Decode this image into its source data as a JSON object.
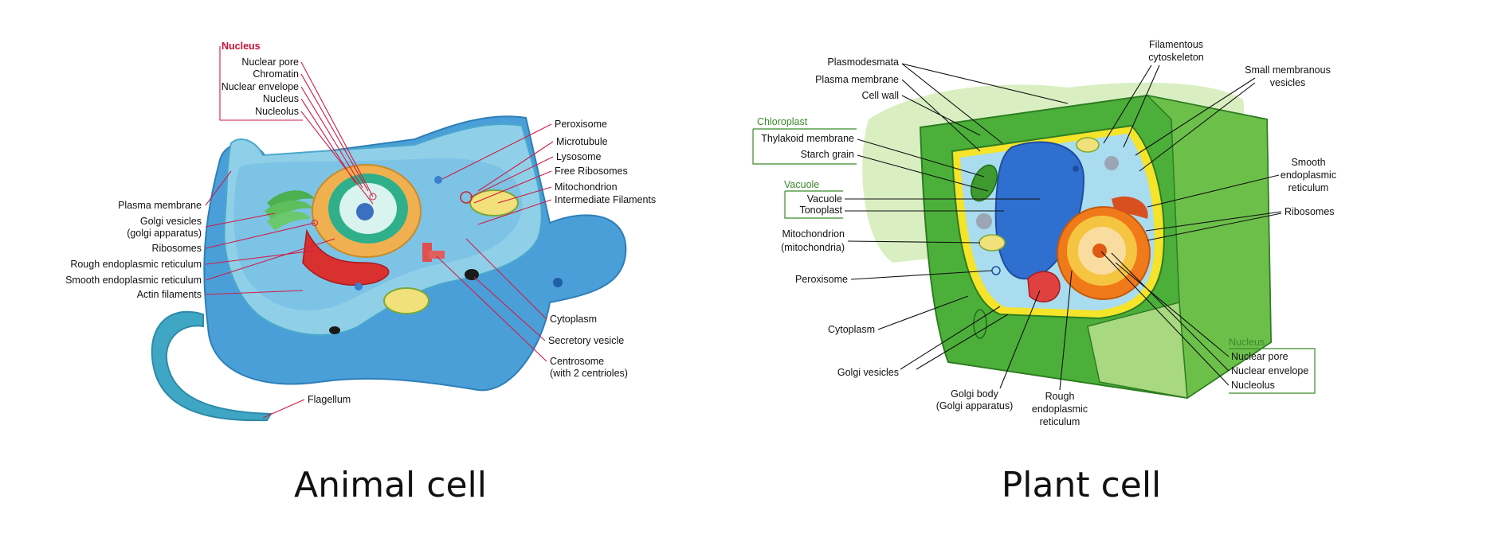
{
  "animal": {
    "title": "Animal cell",
    "nucleus_group": {
      "heading": "Nucleus",
      "items": [
        "Nuclear pore",
        "Chromatin",
        "Nuclear envelope",
        "Nucleus",
        "Nucleolus"
      ]
    },
    "left_labels": [
      "Plasma membrane",
      "Golgi vesicles",
      "(golgi apparatus)",
      "Ribosomes",
      "Rough endoplasmic reticulum",
      "Smooth endoplasmic reticulum",
      "Actin filaments"
    ],
    "right_labels": [
      "Peroxisome",
      "Microtubule",
      "Lysosome",
      "Free Ribosomes",
      "Mitochondrion",
      "Intermediate Filaments"
    ],
    "bottom_labels": [
      "Cytoplasm",
      "Secretory vesicle",
      "Centrosome",
      "(with 2 centrioles)",
      "Flagellum"
    ]
  },
  "plant": {
    "title": "Plant cell",
    "top_left_labels": [
      "Plasmodesmata",
      "Plasma membrane",
      "Cell wall"
    ],
    "chloroplast_group": {
      "heading": "Chloroplast",
      "items": [
        "Thylakoid membrane",
        "Starch grain"
      ]
    },
    "vacuole_group": {
      "heading": "Vacuole",
      "items": [
        "Vacuole",
        "Tonoplast"
      ]
    },
    "left_labels": [
      "Mitochondrion",
      "(mitochondria)",
      "Peroxisome",
      "Cytoplasm",
      "Golgi vesicles"
    ],
    "top_labels": [
      "Filamentous",
      "cytoskeleton",
      "Small membranous",
      "vesicles"
    ],
    "right_labels": [
      "Smooth",
      "endoplasmic",
      "reticulum",
      "Ribosomes"
    ],
    "nucleus_group": {
      "heading": "Nucleus",
      "items": [
        "Nuclear pore",
        "Nuclear envelope",
        "Nucleolus"
      ]
    },
    "bottom_labels": [
      "Golgi body",
      "(Golgi apparatus)",
      "Rough",
      "endoplasmic",
      "reticulum"
    ]
  },
  "colors": {
    "animal_leader": "#d01c45",
    "plant_heading": "#3a8a2a",
    "cytoplasm_blue": "#8fd0e8",
    "cell_wall_green": "#4caf3a"
  }
}
